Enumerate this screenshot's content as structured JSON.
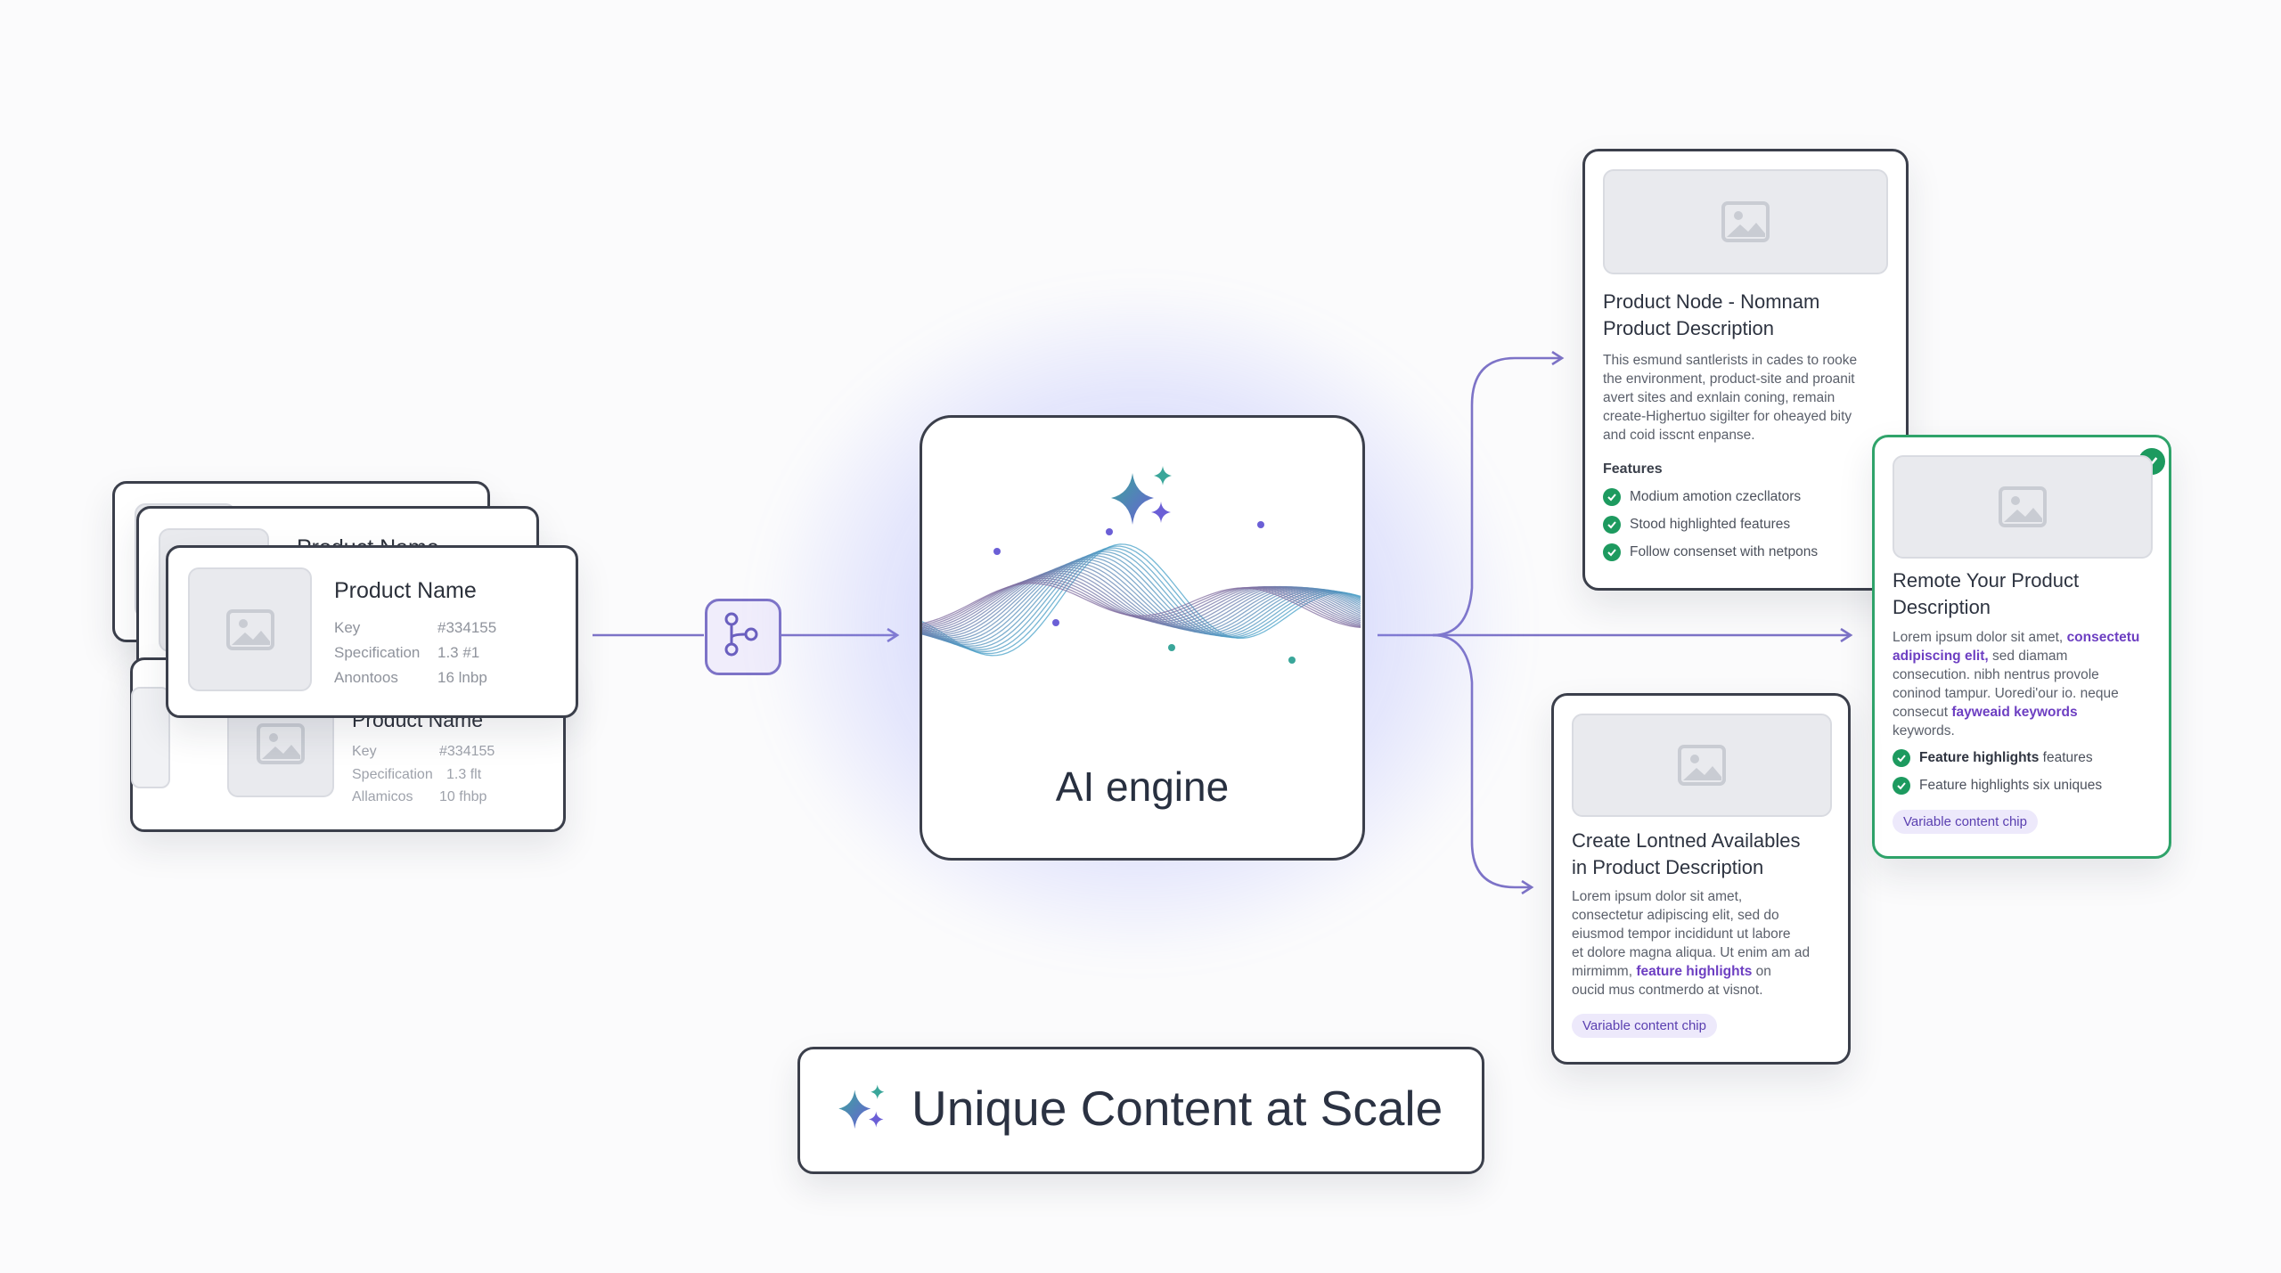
{
  "input_cards": {
    "back_title": "Product Name",
    "front": {
      "title": "Product Name",
      "rows": [
        {
          "label": "Key",
          "value": "#334155"
        },
        {
          "label": "Specification",
          "value": "1.3 #1"
        },
        {
          "label": "Anontoos",
          "value": "16 lnbp"
        }
      ]
    },
    "lower": {
      "title": "Product Name",
      "rows": [
        {
          "label": "Key",
          "value": "#334155"
        },
        {
          "label": "Specification",
          "value": "1.3 flt"
        },
        {
          "label": "Allamicos",
          "value": "10 fhbp"
        }
      ]
    }
  },
  "engine": {
    "label": "AI engine"
  },
  "outputs": {
    "top": {
      "title_line1": "Product Node - Nomnam",
      "title_line2": "Product Description",
      "body": [
        "This esmund santlerists in cades to rooke",
        "the environment, product-site and proanit",
        "avert sites and exnlain coning, remain",
        "create-Highertuo sigilter for oheayed bity",
        "and coid isscnt enpanse."
      ],
      "features_heading": "Features",
      "features": [
        "Modium amotion czecllators",
        "Stood highlighted features",
        "Follow consenset with netpons"
      ]
    },
    "right": {
      "title_line1": "Remote Your Product",
      "title_line2": "Description",
      "body_1a": "Lorem ipsum dolor sit amet,",
      "body_1b": "consectetu",
      "body_2a": "adipiscing elit,",
      "body_2b": " sed diamam",
      "body_3": "consecution. nibh nentrus provole",
      "body_4": "coninod tampur. Uoredi'our io. neque",
      "body_5a": "consecut ",
      "body_5b": "fayweaid keywords",
      "body_6": "keywords.",
      "feature_1_bold": "Feature highlights",
      "feature_1_rest": " features",
      "feature_2": "Feature highlights six uniques",
      "chip": "Variable content chip"
    },
    "bottom": {
      "title_line1": "Create Lontned Availables",
      "title_line2": "in Product Description",
      "body_1": "Lorem ipsum dolor sit amet,",
      "body_2": "consectetur adipiscing elit, sed do",
      "body_3": "eiusmod tempor incididunt ut labore",
      "body_4": "et dolore magna aliqua. Ut enim am ad",
      "body_5a": "mirmimm, ",
      "body_5b": "feature highlights",
      "body_5c": " on",
      "body_6": "oucid mus contmerdo at visnot.",
      "chip": "Variable content chip"
    }
  },
  "tagline": {
    "text": "Unique Content at Scale"
  },
  "colors": {
    "accent": "#7d73c7",
    "check": "#1d9a5f",
    "teal": "#3aa69a",
    "border": "#3b3f4b"
  }
}
